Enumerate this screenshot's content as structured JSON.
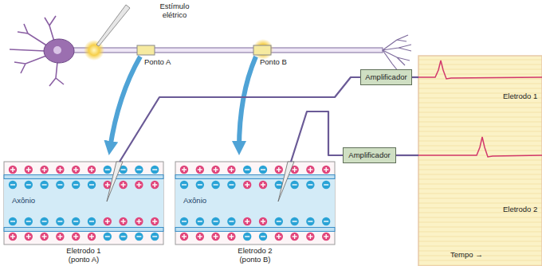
{
  "diagram": {
    "nodes": [
      {
        "text": [
          "Axônio",
          "Eletrodo 1 (ponto A)"
        ]
      },
      {
        "text": [
          "Axônio",
          "Eletrodo 2 (ponto B)"
        ]
      },
      {
        "text": [
          "Amplificador"
        ]
      },
      {
        "text": [
          "Amplificador"
        ]
      },
      {
        "text": [
          "Eletrodo 1",
          "Eletrodo 2",
          "Tempo →"
        ]
      }
    ],
    "edges": [
      {
        "from": 0,
        "to": 2,
        "arrow": "none"
      },
      {
        "from": 1,
        "to": 3,
        "arrow": "none"
      },
      {
        "from": 2,
        "to": 4,
        "arrow": "none"
      },
      {
        "from": 3,
        "to": 4,
        "arrow": "none"
      }
    ],
    "labels": [
      "Estímulo elétrico",
      "Ponto A",
      "Ponto B"
    ]
  }
}
